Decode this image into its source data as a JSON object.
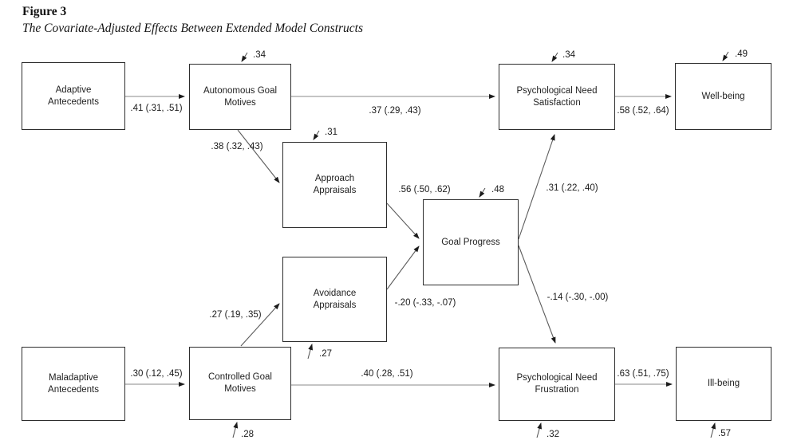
{
  "figure": {
    "label": "Figure 3",
    "caption": "The Covariate-Adjusted Effects Between Extended Model Constructs"
  },
  "diagram": {
    "type": "structural-path-model",
    "nodes": {
      "adaptive_antecedents": {
        "label": "Adaptive Antecedents"
      },
      "autonomous_goal_motives": {
        "label": "Autonomous Goal Motives",
        "residual": ".34"
      },
      "approach_appraisals": {
        "label": "Approach Appraisals",
        "residual": ".31"
      },
      "goal_progress": {
        "label": "Goal Progress",
        "residual": ".48"
      },
      "psychological_need_satisfaction": {
        "label": "Psychological Need Satisfaction",
        "residual": ".34"
      },
      "well_being": {
        "label": "Well-being",
        "residual": ".49"
      },
      "avoidance_appraisals": {
        "label": "Avoidance Appraisals",
        "residual": ".27"
      },
      "maladaptive_antecedents": {
        "label": "Maladaptive Antecedents"
      },
      "controlled_goal_motives": {
        "label": "Controlled Goal Motives",
        "residual": ".28"
      },
      "psychological_need_frustration": {
        "label": "Psychological Need Frustration",
        "residual": ".32"
      },
      "ill_being": {
        "label": "Ill-being",
        "residual": ".57"
      }
    },
    "edges": {
      "adaptive_to_autonomous": {
        "from": "adaptive_antecedents",
        "to": "autonomous_goal_motives",
        "label": ".41 (.31, .51)"
      },
      "autonomous_to_satisfaction": {
        "from": "autonomous_goal_motives",
        "to": "psychological_need_satisfaction",
        "label": ".37 (.29, .43)"
      },
      "autonomous_to_approach": {
        "from": "autonomous_goal_motives",
        "to": "approach_appraisals",
        "label": ".38 (.32, .43)"
      },
      "approach_to_progress": {
        "from": "approach_appraisals",
        "to": "goal_progress",
        "label": ".56 (.50, .62)"
      },
      "progress_to_satisfaction": {
        "from": "goal_progress",
        "to": "psychological_need_satisfaction",
        "label": ".31 (.22, .40)"
      },
      "satisfaction_to_wellbeing": {
        "from": "psychological_need_satisfaction",
        "to": "well_being",
        "label": ".58 (.52, .64)"
      },
      "maladaptive_to_controlled": {
        "from": "maladaptive_antecedents",
        "to": "controlled_goal_motives",
        "label": ".30 (.12, .45)"
      },
      "controlled_to_avoidance": {
        "from": "controlled_goal_motives",
        "to": "avoidance_appraisals",
        "label": ".27 (.19, .35)"
      },
      "avoidance_to_progress": {
        "from": "avoidance_appraisals",
        "to": "goal_progress",
        "label": "-.20 (-.33, -.07)"
      },
      "controlled_to_frustration": {
        "from": "controlled_goal_motives",
        "to": "psychological_need_frustration",
        "label": ".40 (.28, .51)"
      },
      "progress_to_frustration": {
        "from": "goal_progress",
        "to": "psychological_need_frustration",
        "label": "-.14 (-.30, -.00)"
      },
      "frustration_to_illbeing": {
        "from": "psychological_need_frustration",
        "to": "ill_being",
        "label": ".63 (.51, .75)"
      }
    }
  }
}
